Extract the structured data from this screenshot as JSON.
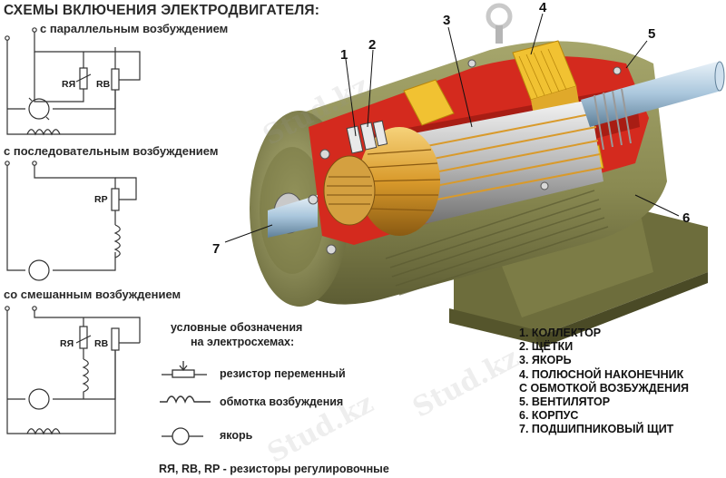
{
  "title": "СХЕМЫ ВКЛЮЧЕНИЯ ЭЛЕКТРОДВИГАТЕЛЯ:",
  "schemes": [
    {
      "caption": "с параллельным возбуждением",
      "labels": [
        "RЯ",
        "RB"
      ]
    },
    {
      "caption": "с последовательным возбуждением",
      "labels": [
        "RP"
      ]
    },
    {
      "caption": "со смешанным возбуждением",
      "labels": [
        "RЯ",
        "RB"
      ]
    }
  ],
  "legend": {
    "heading_line1": "условные обозначения",
    "heading_line2": "на электросхемах:",
    "items": [
      {
        "symbol": "variable-resistor",
        "text": "резистор переменный"
      },
      {
        "symbol": "field-winding",
        "text": "обмотка возбуждения"
      },
      {
        "symbol": "armature",
        "text": "якорь"
      }
    ],
    "footnote": "RЯ, RB, RP - резисторы регулировочные"
  },
  "callout_numbers": [
    "1",
    "2",
    "3",
    "4",
    "5",
    "6",
    "7"
  ],
  "parts": [
    "1. КОЛЛЕКТОР",
    "2. ЩЁТКИ",
    "3. ЯКОРЬ",
    "4. ПОЛЮСНОЙ НАКОНЕЧНИК",
    "С ОБМОТКОЙ ВОЗБУЖДЕНИЯ",
    "5. ВЕНТИЛЯТОР",
    "6. КОРПУС",
    "7. ПОДШИПНИКОВЫЙ ЩИТ"
  ],
  "watermark": "Stud.kz",
  "colors": {
    "housing": "#8a8a52",
    "housing_dark": "#5d5d34",
    "housing_light": "#b4b47a",
    "cutaway_red": "#d42a1e",
    "copper": "#d99a2b",
    "yellow_pole": "#f1c232",
    "shaft": "#a9c6dc",
    "line": "#333333"
  }
}
